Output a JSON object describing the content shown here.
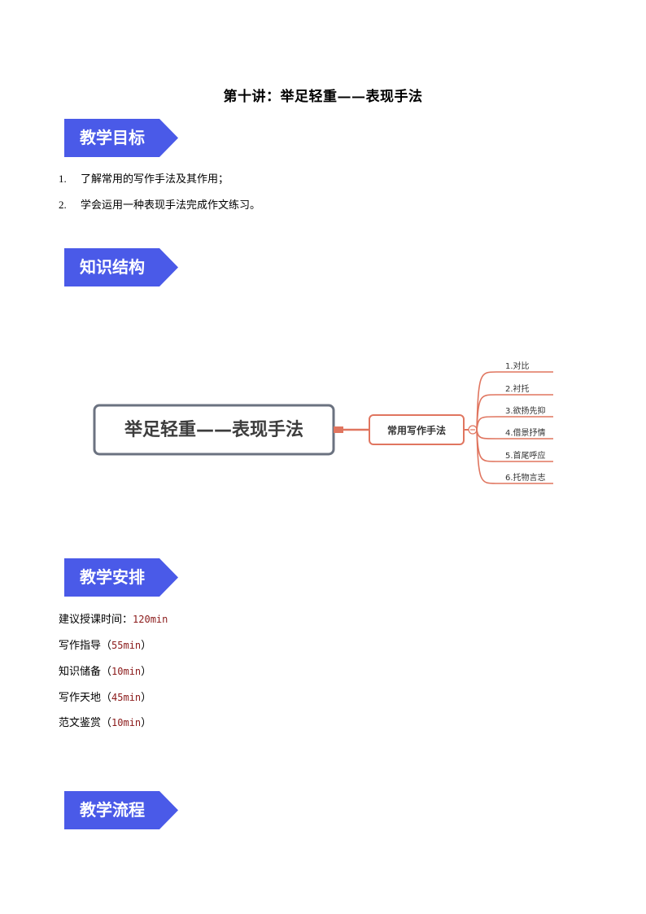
{
  "doc": {
    "title": "第十讲：举足轻重——表现手法"
  },
  "sections": {
    "goals": "教学目标",
    "structure": "知识结构",
    "arrangement": "教学安排",
    "flow": "教学流程"
  },
  "goals": [
    {
      "num": "1.",
      "text": "了解常用的写作手法及其作用；"
    },
    {
      "num": "2.",
      "text": "学会运用一种表现手法完成作文练习。"
    }
  ],
  "mindmap": {
    "root": "举足轻重——表现手法",
    "branch": "常用写作手法",
    "leaves": [
      "1.对比",
      "2.衬托",
      "3.欲扬先抑",
      "4.借景抒情",
      "5.首尾呼应",
      "6.托物言志"
    ]
  },
  "arrangement": [
    {
      "label": "建议授课时间：",
      "value": "120min"
    },
    {
      "label": "写作指导（",
      "value": "55min",
      "close": "）"
    },
    {
      "label": "知识储备（",
      "value": "10min",
      "close": "）"
    },
    {
      "label": "写作天地（",
      "value": "45min",
      "close": "）"
    },
    {
      "label": "范文鉴赏（",
      "value": "10min",
      "close": "）"
    }
  ],
  "colors": {
    "section_fill": "#4a5ae8",
    "mindmap_line": "#e0755f",
    "root_border": "#6b7280"
  }
}
